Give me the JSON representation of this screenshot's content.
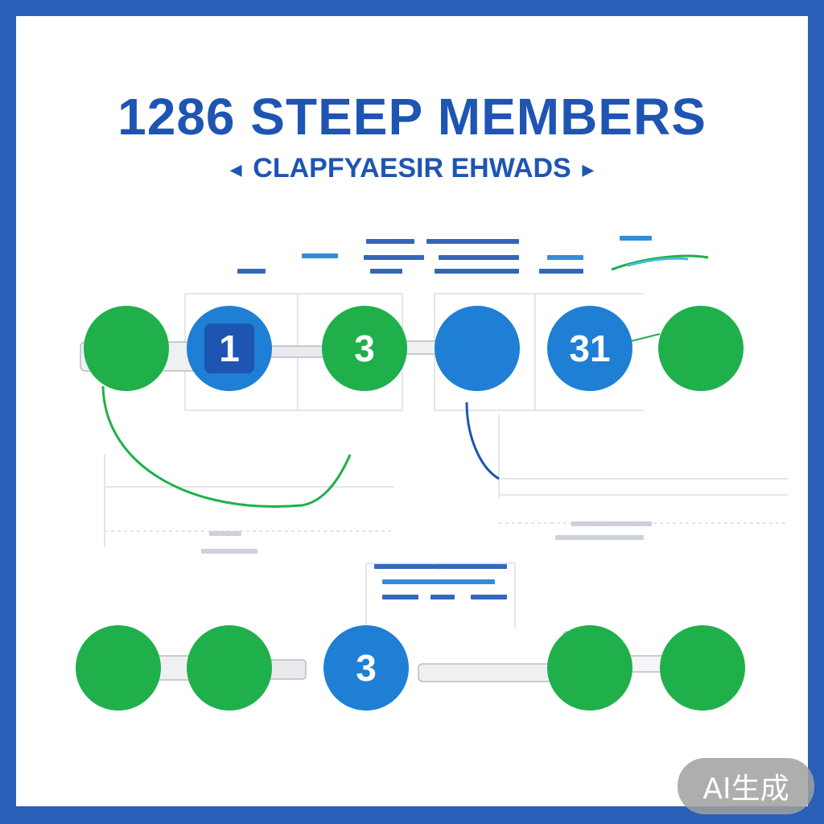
{
  "title": "1286 STEEP MEMBERS",
  "subtitle": "CLAPFYAESIR EHWADS",
  "badge": "AI生成",
  "colors": {
    "frame": "#2a5fb8",
    "blue": "#1f7fd4",
    "green": "#1fb04b",
    "title": "#1e55b3",
    "line": "#c8ccd6"
  },
  "row1": [
    {
      "label": "",
      "color": "green"
    },
    {
      "label": "1",
      "color": "blue"
    },
    {
      "label": "3",
      "color": "green"
    },
    {
      "label": "",
      "color": "blue"
    },
    {
      "label": "31",
      "color": "blue"
    },
    {
      "label": "",
      "color": "green"
    }
  ],
  "row2": [
    {
      "label": "",
      "color": "green"
    },
    {
      "label": "",
      "color": "green"
    },
    {
      "label": "3",
      "color": "blue"
    },
    {
      "label": "",
      "color": "green"
    },
    {
      "label": "",
      "color": "green"
    }
  ]
}
